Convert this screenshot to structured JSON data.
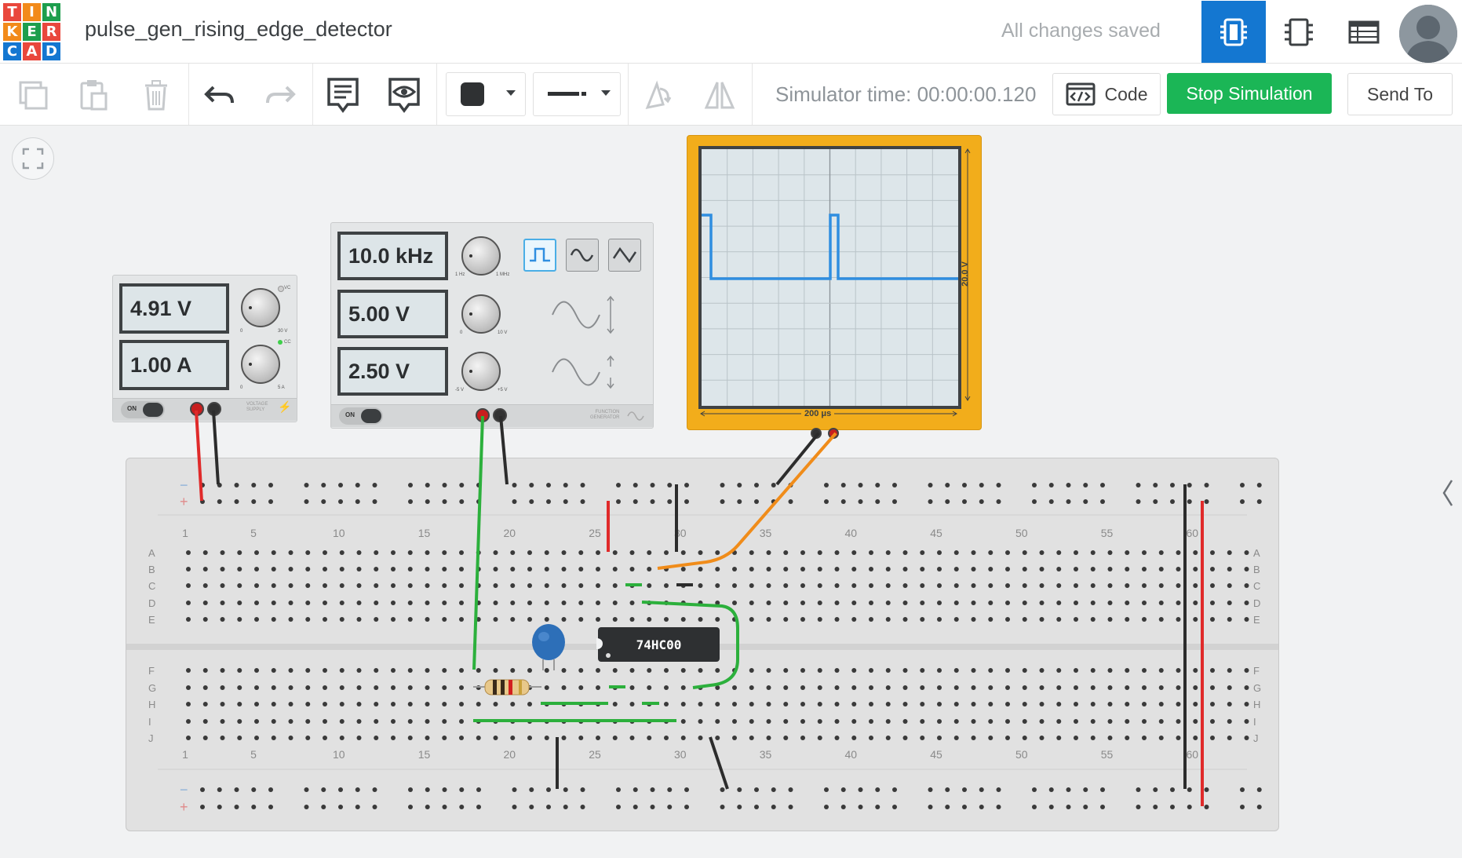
{
  "logo": {
    "letters": [
      "T",
      "I",
      "N",
      "K",
      "E",
      "R",
      "C",
      "A",
      "D"
    ],
    "colors": [
      "#e9473c",
      "#f28a1a",
      "#1d9e4d",
      "#f28a1a",
      "#1d9e4d",
      "#e9473c",
      "#1477d1",
      "#e9473c",
      "#1477d1"
    ]
  },
  "project": {
    "title": "pulse_gen_rising_edge_detector",
    "save_status": "All changes saved"
  },
  "toolbar": {
    "sim_time": "Simulator time: 00:00:00.120",
    "code_label": "Code",
    "stop_label": "Stop Simulation",
    "send_label": "Send To"
  },
  "power_supply": {
    "voltage": "4.91 V",
    "current": "1.00 A",
    "on_label": "ON",
    "v_range_min": "0",
    "v_range_max": "30 V",
    "a_range_min": "0",
    "a_range_max": "5 A",
    "vc": "VC",
    "cc": "CC",
    "brand": "VOLTAGE\nSUPPLY"
  },
  "function_generator": {
    "frequency": "10.0 kHz",
    "amplitude": "5.00 V",
    "offset": "2.50 V",
    "on_label": "ON",
    "freq_min": "1 Hz",
    "freq_max": "1 MHz",
    "amp_min": "0",
    "amp_max": "10 V",
    "off_min": "-5 V",
    "off_max": "+5 V",
    "brand": "FUNCTION\nGENERATOR"
  },
  "oscilloscope": {
    "volt_label": "20.0 V",
    "time_label": "200 μs"
  },
  "breadboard": {
    "col_labels": [
      "1",
      "5",
      "10",
      "15",
      "20",
      "25",
      "30",
      "35",
      "40",
      "45",
      "50",
      "55",
      "60"
    ],
    "row_labels_top": [
      "A",
      "B",
      "C",
      "D",
      "E"
    ],
    "row_labels_bottom": [
      "F",
      "G",
      "H",
      "I",
      "J"
    ],
    "minus": "−",
    "plus": "+"
  },
  "chip": {
    "label": "74HC00"
  },
  "colors": {
    "accent": "#1477d1",
    "stop": "#1bb656",
    "scope": "#f2ad1b",
    "wire_red": "#e02a2a",
    "wire_black": "#2c2c2c",
    "wire_green": "#2cb03c",
    "wire_orange": "#f08c1a",
    "trace": "#2f8ee0"
  }
}
